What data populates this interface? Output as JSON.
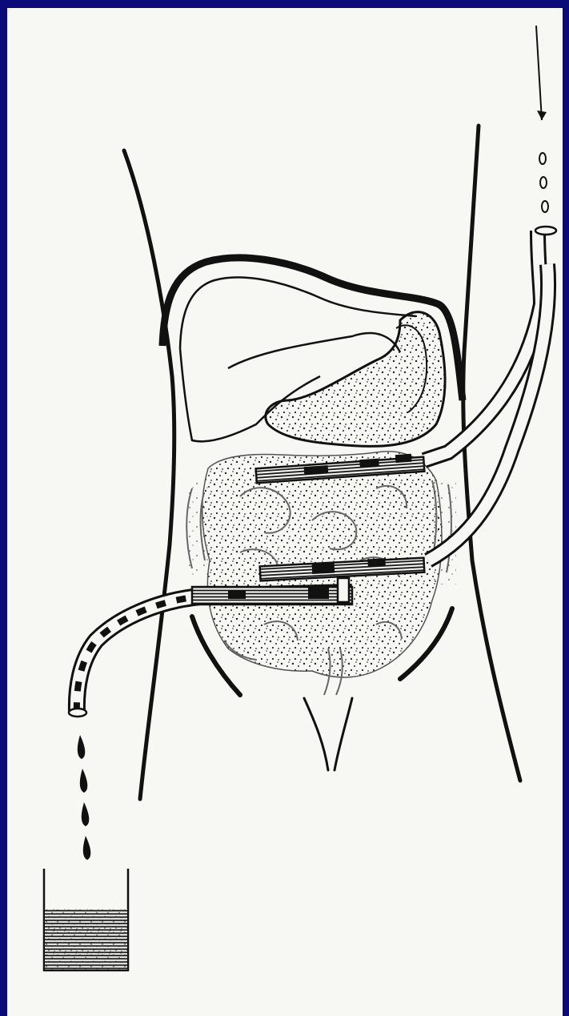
{
  "figure": {
    "subject": "abdominal-lavage-drainage-diagram",
    "frame_color": "#0a0a78",
    "paper_color": "#f7f7f4",
    "ink_color": "#111111",
    "parts": [
      {
        "name": "body-outline",
        "icon": "torso-outline"
      },
      {
        "name": "liver",
        "icon": "organ-liver"
      },
      {
        "name": "stomach",
        "icon": "organ-stomach"
      },
      {
        "name": "intestines",
        "icon": "stippled-bowel"
      },
      {
        "name": "inflow-tube",
        "icon": "tube-with-drops"
      },
      {
        "name": "drain-tube",
        "icon": "dashed-outflow-tube"
      },
      {
        "name": "collection-container",
        "icon": "beaker"
      }
    ]
  }
}
